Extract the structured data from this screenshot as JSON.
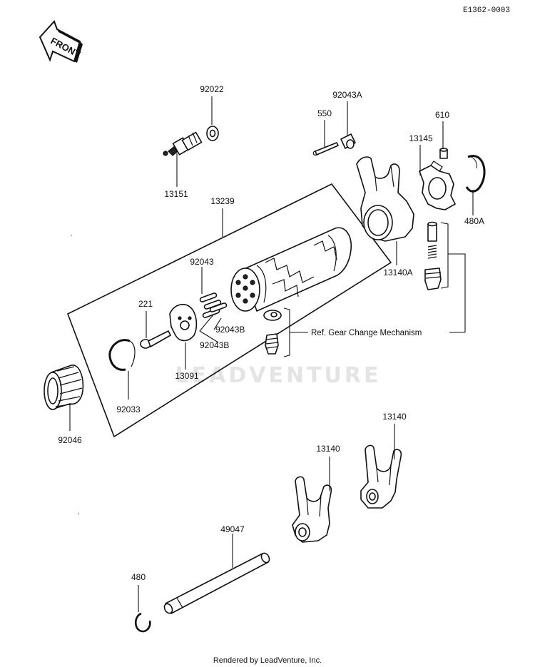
{
  "diagram_code": "E1362-0003",
  "front_label": "FRONT",
  "watermark": "LEADVENTURE",
  "footer": "Rendered by LeadVenture, Inc.",
  "reference_note": "Ref.  Gear Change Mechanism",
  "parts": {
    "p92022": "92022",
    "p13151": "13151",
    "p13239": "13239",
    "p550": "550",
    "p92043A": "92043A",
    "p610": "610",
    "p13145": "13145",
    "p480A": "480A",
    "p13140A": "13140A",
    "p92043": "92043",
    "p221": "221",
    "p92043B_1": "92043B",
    "p92043B_2": "92043B",
    "p13091": "13091",
    "p92033": "92033",
    "p92046": "92046",
    "p13140_upper": "13140",
    "p13140_lower": "13140",
    "p49047": "49047",
    "p480": "480"
  }
}
